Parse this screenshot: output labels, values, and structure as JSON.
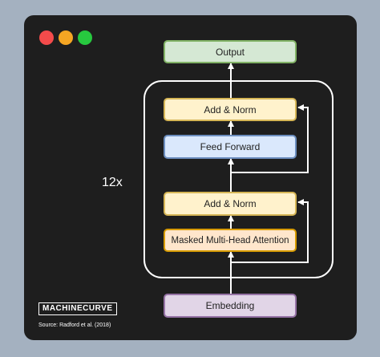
{
  "window": {
    "controls": [
      "close",
      "minimize",
      "maximize"
    ]
  },
  "diagram": {
    "repeat_label": "12x",
    "blocks": {
      "output": "Output",
      "add_norm_top": "Add & Norm",
      "feed_forward": "Feed Forward",
      "add_norm_bottom": "Add & Norm",
      "masked_attention": "Masked Multi-Head Attention",
      "embedding": "Embedding"
    },
    "colors": {
      "output": "#d5e8d4",
      "norm": "#fff2cc",
      "feed_forward": "#dae8fc",
      "attention": "#ffe6cc",
      "embedding": "#e1d5e7"
    }
  },
  "footer": {
    "brand": "MACHINECURVE",
    "source": "Source: Radford et al. (2018)"
  }
}
